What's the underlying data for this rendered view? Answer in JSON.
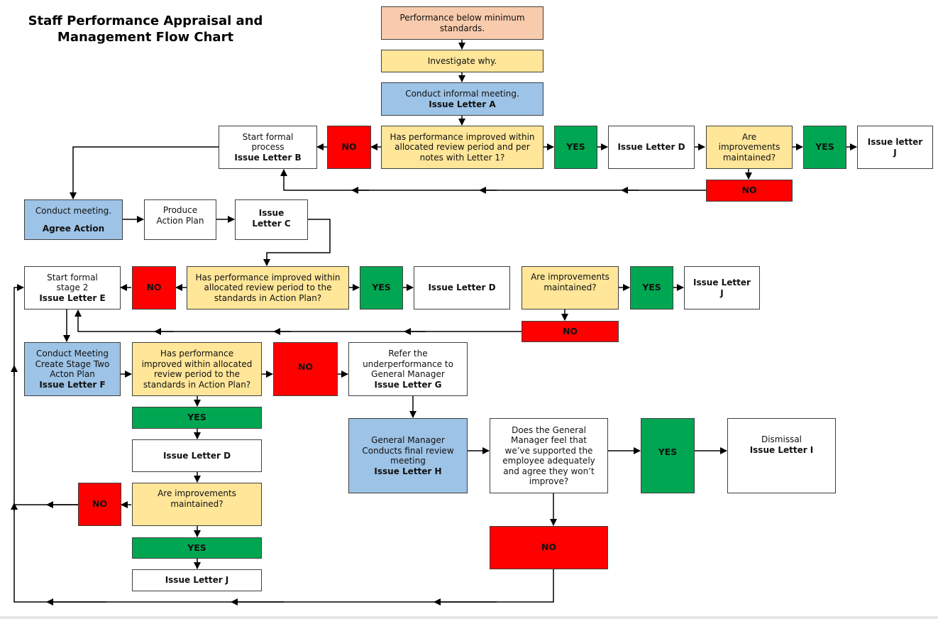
{
  "title": {
    "line1": "Staff Performance Appraisal and",
    "line2": "Management Flow Chart"
  },
  "colors": {
    "salmon": "#f8cbad",
    "yellow": "#ffe699",
    "blue": "#9dc3e6",
    "green": "#00a651",
    "red": "#ff0000",
    "white": "#ffffff"
  },
  "nodes": {
    "start": {
      "l1": "Performance below minimum",
      "l2": "standards."
    },
    "investigate": {
      "l1": "Investigate why."
    },
    "informal": {
      "l1": "Conduct informal meeting.",
      "b1": "Issue Letter A"
    },
    "q1": {
      "l1": "Has performance improved within",
      "l2": "allocated review period and per",
      "l3": "notes with Letter 1?"
    },
    "no1": "NO",
    "yes1": "YES",
    "formal1": {
      "l1": "Start formal",
      "l2": "process",
      "b1": "Issue Letter B"
    },
    "letterD1": {
      "b1": "Issue Letter D"
    },
    "q2": {
      "l1": "Are",
      "l2": "improvements",
      "l3": "maintained?"
    },
    "yes2": "YES",
    "letterJ1": {
      "b1": "Issue letter",
      "b2": "J"
    },
    "no2": "NO",
    "agree": {
      "l1": "Conduct meeting.",
      "b1": "Agree Action"
    },
    "plan": {
      "l1": "Produce",
      "l2": "Action Plan"
    },
    "letterC": {
      "b1": "Issue",
      "b2": "Letter C"
    },
    "stage2": {
      "l1": "Start formal",
      "l2": "stage 2",
      "b1": "Issue Letter E"
    },
    "no3": "NO",
    "q3": {
      "l1": "Has performance improved within",
      "l2": "allocated review period to the",
      "l3": "standards in Action Plan?"
    },
    "yes3": "YES",
    "letterD2": {
      "b1": "Issue Letter D"
    },
    "q4": {
      "l1": "Are improvements",
      "l2": "maintained?"
    },
    "yes4": "YES",
    "letterJ2": {
      "b1": "Issue Letter",
      "b2": "J"
    },
    "no4": "NO",
    "stage2plan": {
      "l1": "Conduct Meeting",
      "l2": "Create Stage Two",
      "l3": "Acton Plan",
      "b1": "Issue Letter F"
    },
    "q5": {
      "l1": "Has performance",
      "l2": "improved within allocated",
      "l3": "review period to the",
      "l4": "standards in Action Plan?"
    },
    "no5": "NO",
    "refer": {
      "l1": "Refer the",
      "l2": "underperformance to",
      "l3": "General Manager",
      "b1": "Issue Letter G"
    },
    "yes5": "YES",
    "letterD3": {
      "b1": "Issue Letter D"
    },
    "no6": "NO",
    "q6": {
      "l1": "Are improvements",
      "l2": "maintained?"
    },
    "yes6": "YES",
    "letterJ3": {
      "b1": "Issue Letter J"
    },
    "gm": {
      "l1": "General Manager",
      "l2": "Conducts final review",
      "l3": "meeting",
      "b1": "Issue Letter H"
    },
    "q7": {
      "l1": "Does the General",
      "l2": "Manager feel that",
      "l3": "we’ve supported the",
      "l4": "employee adequately",
      "l5": "and agree they won’t",
      "l6": "improve?"
    },
    "yes7": "YES",
    "dismiss": {
      "l1": "Dismissal",
      "b1": "Issue Letter I"
    },
    "no7": "NO"
  }
}
